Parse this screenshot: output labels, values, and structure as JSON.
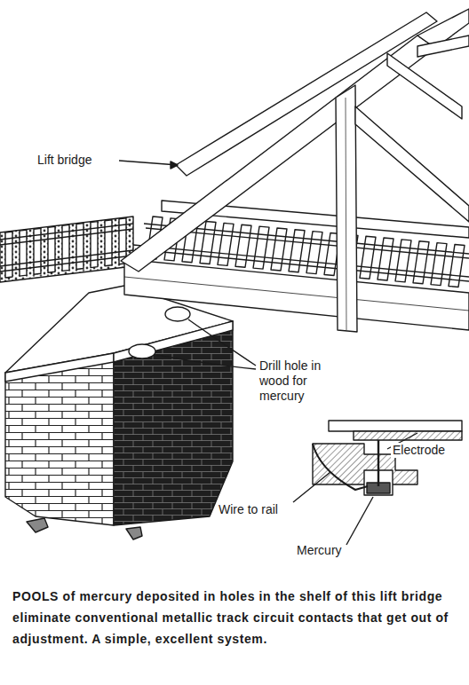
{
  "diagram": {
    "caption": "POOLS of mercury deposited in holes in the shelf of this lift bridge eliminate conventional metallic track circuit contacts that get out of adjustment. A simple, excellent system.",
    "labels": [
      "Lift bridge",
      "Drill hole in wood for mercury",
      "Electrode",
      "Wire to rail",
      "Mercury"
    ]
  }
}
